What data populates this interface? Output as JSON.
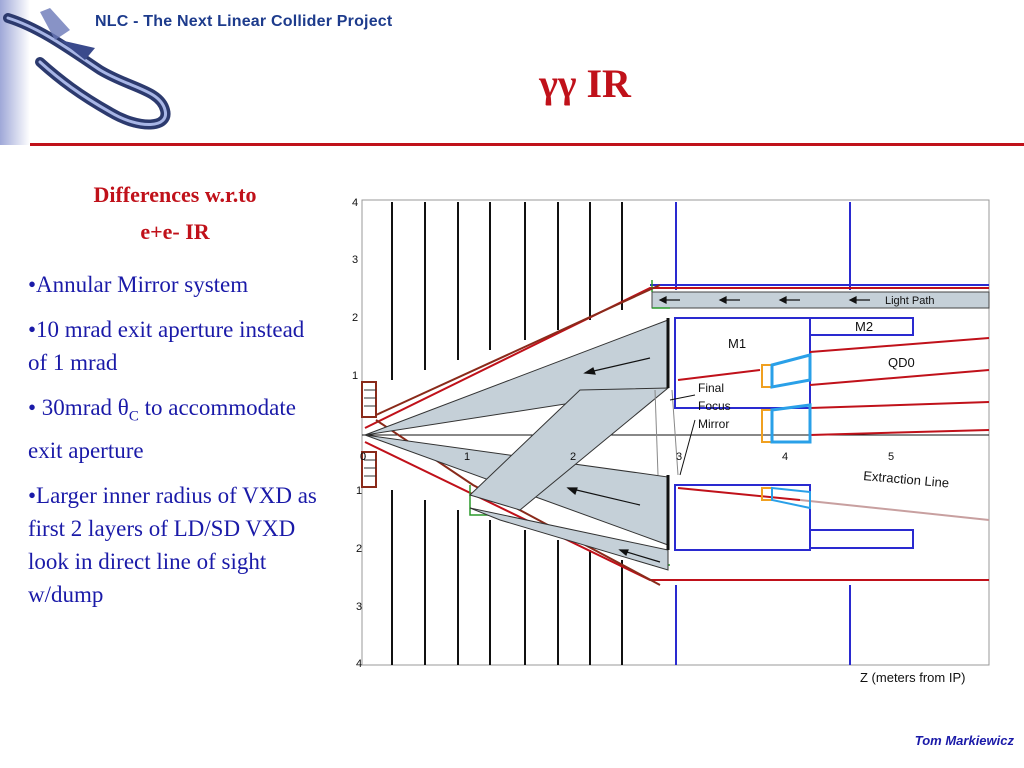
{
  "header": {
    "title": "NLC - The Next Linear Collider Project"
  },
  "slide": {
    "title": "γγ IR"
  },
  "subtitle": {
    "line1": "Differences w.r.to",
    "line2": "e+e- IR"
  },
  "bullets": {
    "b1": "•Annular Mirror system",
    "b2": "•10 mrad exit aperture instead of 1 mrad",
    "b3_pre": "• 30mrad θ",
    "b3_sub": "C",
    "b3_post": " to accommodate exit aperture",
    "b4": "•Larger inner radius of VXD as first 2 layers of LD/SD VXD look in direct line of sight w/dump"
  },
  "diagram": {
    "y_ticks": [
      "4",
      "3",
      "2",
      "1",
      "0",
      "1",
      "2",
      "3",
      "4"
    ],
    "x_ticks": [
      "0",
      "1",
      "2",
      "3",
      "4",
      "5"
    ],
    "labels": {
      "light_path": "Light Path",
      "m1": "M1",
      "m2": "M2",
      "qd0": "QD0",
      "final": "Final",
      "focus": "Focus",
      "mirror": "Mirror",
      "extraction": "Extraction Line",
      "z_axis": "Z (meters from IP)"
    },
    "colors": {
      "beam": "#c0111a",
      "magnet": "#2a2ad0",
      "mirror_fill": "#c5d0d8",
      "quad": "#2aa0e8",
      "orange": "#f0a020"
    }
  },
  "footer": {
    "author": "Tom Markiewicz"
  }
}
